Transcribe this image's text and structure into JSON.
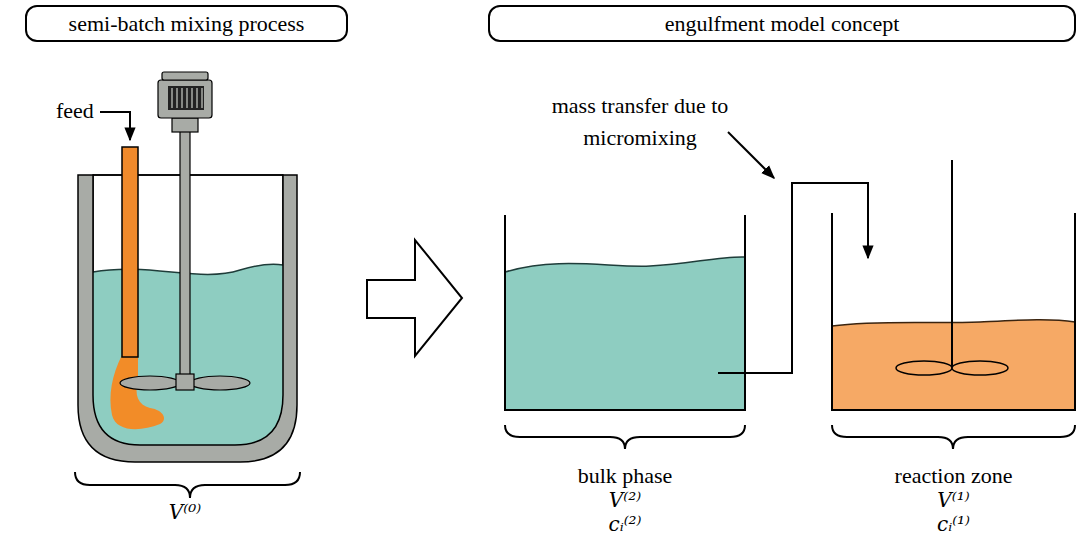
{
  "diagram": {
    "nodes": [
      {
        "text": [
          "semi-batch mixing process"
        ]
      },
      {
        "text": [
          "engulfment model concept"
        ]
      },
      {
        "text": [
          "bulk phase",
          "V⁽²⁾",
          "cᵢ⁽²⁾"
        ]
      },
      {
        "text": [
          "reaction zone",
          "V⁽¹⁾",
          "cᵢ⁽¹⁾"
        ]
      }
    ],
    "edges": [
      {
        "from": 2,
        "to": 3,
        "arrow": "to"
      }
    ],
    "labels": [
      "feed",
      "mass transfer due to micromixing",
      "V⁽⁰⁾"
    ]
  }
}
